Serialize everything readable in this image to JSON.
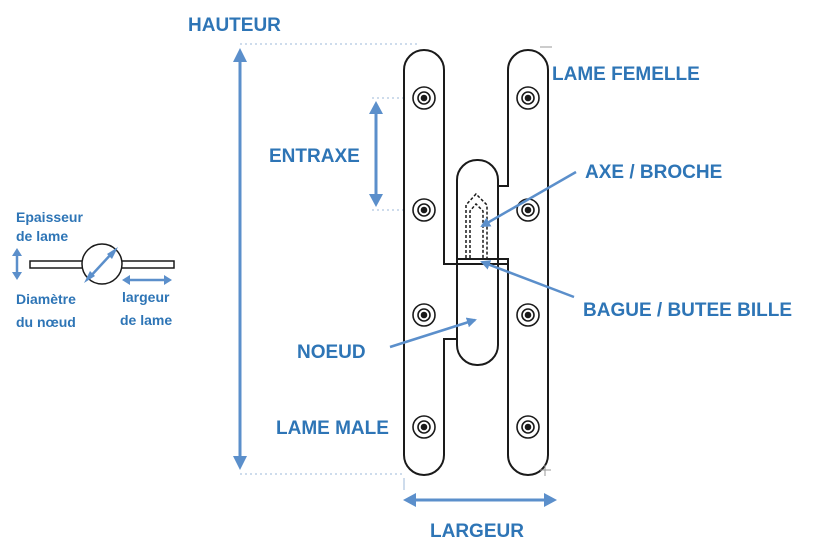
{
  "colors": {
    "accent": "#2E75B6",
    "arrow": "#5B8FCB",
    "outline": "#1a1a1a",
    "guide": "#9DB8DA"
  },
  "labels": {
    "hauteur": "HAUTEUR",
    "entraxe": "ENTRAXE",
    "lame_femelle": "LAME FEMELLE",
    "axe_broche": "AXE / BROCHE",
    "bague_butee": "BAGUE / BUTEE BILLE",
    "noeud": "NOEUD",
    "lame_male": "LAME MALE",
    "largeur": "LARGEUR",
    "epaisseur_line1": "Epaisseur",
    "epaisseur_line2": "de lame",
    "diametre_line1": "Diamètre",
    "diametre_line2": "du nœud",
    "largeur_lame_line1": "largeur",
    "largeur_lame_line2": "de lame"
  }
}
